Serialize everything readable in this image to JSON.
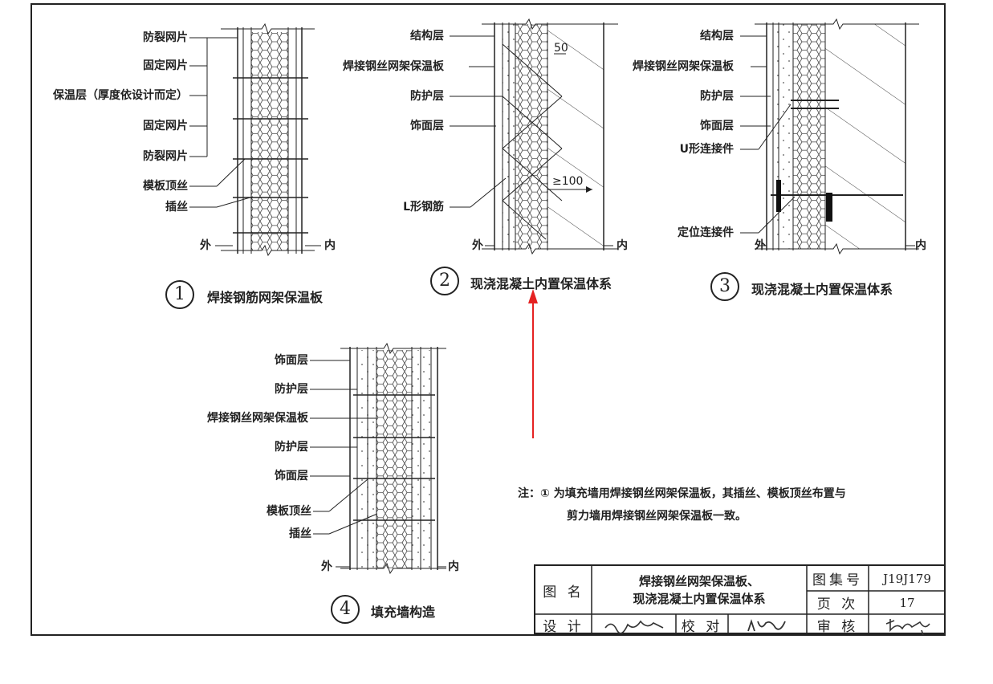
{
  "detail1": {
    "number": "1",
    "caption": "焊接钢筋网架保温板",
    "labels": [
      "防裂网片",
      "固定网片",
      "保温层（厚度依设计而定）",
      "固定网片",
      "防裂网片",
      "模板顶丝",
      "插丝"
    ],
    "outside": "外",
    "inside": "内"
  },
  "detail2": {
    "number": "2",
    "caption": "现浇混凝土内置保温体系",
    "labels": [
      "结构层",
      "焊接钢丝网架保温板",
      "防护层",
      "饰面层",
      "L形钢筋"
    ],
    "dim_top": "50",
    "dim_mid": "≥100",
    "outside": "外",
    "inside": "内"
  },
  "detail3": {
    "number": "3",
    "caption": "现浇混凝土内置保温体系",
    "labels": [
      "结构层",
      "焊接钢丝网架保温板",
      "防护层",
      "饰面层",
      "U形连接件",
      "定位连接件"
    ],
    "outside": "外",
    "inside": "内"
  },
  "detail4": {
    "number": "4",
    "caption": "填充墙构造",
    "labels": [
      "饰面层",
      "防护层",
      "焊接钢丝网架保温板",
      "防护层",
      "饰面层",
      "模板顶丝",
      "插丝"
    ],
    "outside": "外",
    "inside": "内"
  },
  "note": {
    "line1": "注：① 为填充墙用焊接钢丝网架保温板，其插丝、模板顶丝布置与",
    "line2": "剪力墙用焊接钢丝网架保温板一致。"
  },
  "title_block": {
    "name_label": "图 名",
    "title_line1": "焊接钢丝网架保温板、",
    "title_line2": "现浇混凝土内置保温体系",
    "atlas_label": "图集号",
    "atlas_value": "J19J179",
    "page_label": "页 次",
    "page_value": "17",
    "design_label": "设 计",
    "check_label": "校 对",
    "review_label": "审 核"
  },
  "colors": {
    "line": "#222222",
    "annotation_arrow": "#e52222"
  }
}
